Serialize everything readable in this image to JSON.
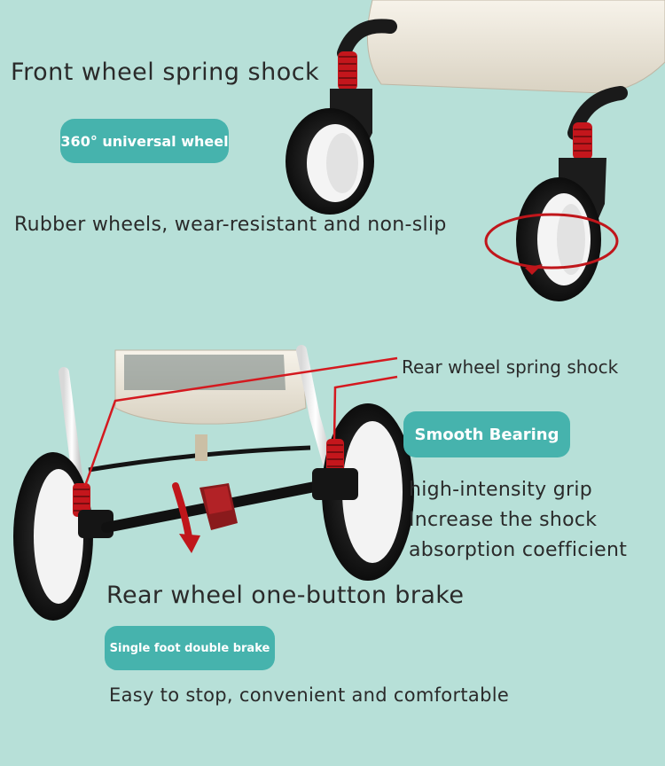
{
  "front": {
    "title": "Front wheel spring shock",
    "badge": "360° universal wheel",
    "desc": "Rubber wheels, wear-resistant and non-slip"
  },
  "rear": {
    "spring_label": "Rear wheel spring shock",
    "bearing_badge": "Smooth Bearing",
    "grip_line1": "high-intensity grip",
    "grip_line2": "Increase the shock",
    "grip_line3": "absorption coefficient",
    "brake_title": "Rear wheel one-button brake",
    "brake_badge": "Single foot double brake",
    "brake_desc": "Easy to stop, convenient and comfortable"
  },
  "colors": {
    "background": "#b7e0d8",
    "badge": "#46b3ad",
    "accent_red": "#c0161b"
  }
}
